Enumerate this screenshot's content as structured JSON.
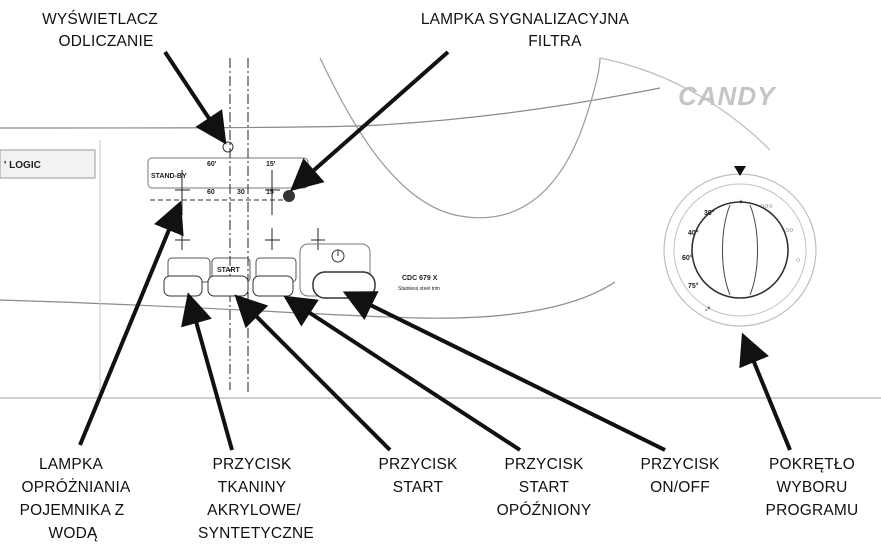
{
  "labels": {
    "display_countdown": [
      "WYŚWIETLACZ",
      "ODLICZANIE"
    ],
    "filter_lamp": [
      "LAMPKA SYGNALIZACYJNA",
      "FILTRA"
    ],
    "drain_lamp": [
      "LAMPKA",
      "OPRÓŻNIANIA",
      "POJEMNIKA Z",
      "WODĄ"
    ],
    "fabric_button": [
      "PRZYCISK",
      "TKANINY",
      "AKRYLOWE/",
      "SYNTETYCZNE"
    ],
    "start_button": [
      "PRZYCISK",
      "START"
    ],
    "delay_start_button": [
      "PRZYCISK",
      "START",
      "OPÓŹNIONY"
    ],
    "onoff_button": [
      "PRZYCISK",
      "ON/OFF"
    ],
    "program_knob": [
      "POKRĘTŁO",
      "WYBORU",
      "PROGRAMU"
    ]
  },
  "panel": {
    "brand": "CANDY",
    "logic_text": "' LOGIC",
    "stand_by": "STAND-BY",
    "t60": "60'",
    "t15": "15'",
    "t60b": "60",
    "t30": "30",
    "t15b": "15",
    "start_key": "START",
    "model": "CDC 679 X",
    "model_sub": "Stainless steel trim",
    "knob_marks": [
      "30°",
      "40°",
      "60°",
      "75°",
      "-°",
      "+",
      "○○○",
      "○○",
      "○"
    ]
  }
}
